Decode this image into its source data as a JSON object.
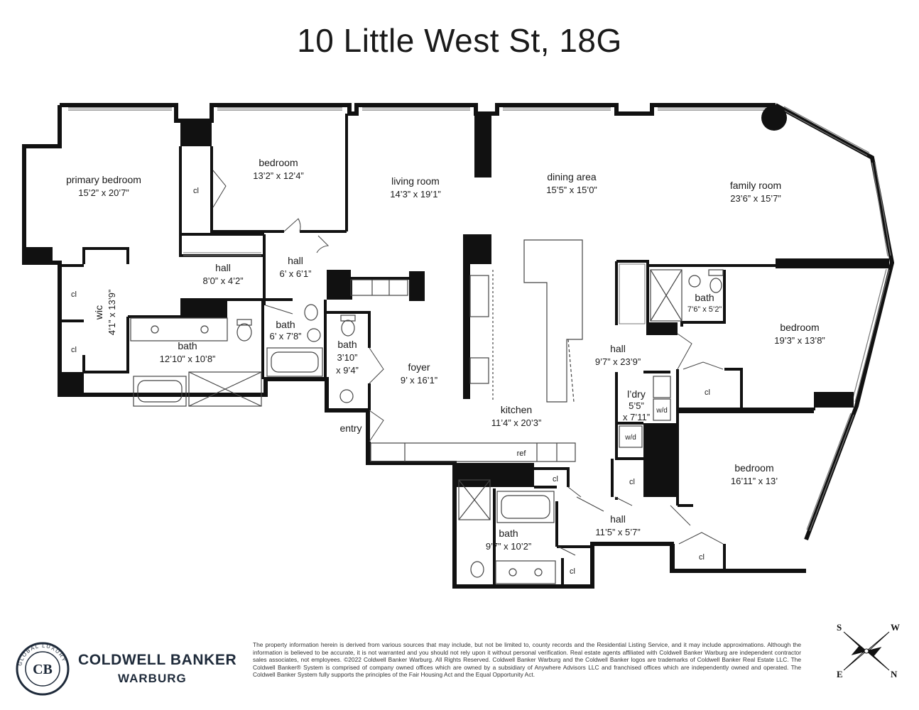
{
  "title": "10 Little West St, 18G",
  "rooms": {
    "primary_bedroom": {
      "name": "primary bedroom",
      "dim": "15’2” x 20’7”"
    },
    "bedroom_1": {
      "name": "bedroom",
      "dim": "13’2” x 12’4”"
    },
    "living_room": {
      "name": "living room",
      "dim": "14’3” x 19’1”"
    },
    "dining_area": {
      "name": "dining area",
      "dim": "15’5” x 15’0”"
    },
    "family_room": {
      "name": "family room",
      "dim": "23’6” x 15’7”"
    },
    "hall_1": {
      "name": "hall",
      "dim": "8’0” x 4’2”"
    },
    "hall_2": {
      "name": "hall",
      "dim": "6’ x 6’1”"
    },
    "wic": {
      "name": "wic",
      "dim": "4’1” x 13’9”"
    },
    "bath_primary": {
      "name": "bath",
      "dim": "12’10” x 10’8”"
    },
    "bath_2": {
      "name": "bath",
      "dim": "6’ x 7’8”"
    },
    "bath_3": {
      "name": "bath",
      "dim1": "3’10”",
      "dim2": "x 9’4”"
    },
    "foyer": {
      "name": "foyer",
      "dim": "9’ x 16’1”"
    },
    "kitchen": {
      "name": "kitchen",
      "dim": "11’4” x 20’3”"
    },
    "hall_3": {
      "name": "hall",
      "dim": "9’7” x 23’9”"
    },
    "bath_4": {
      "name": "bath",
      "dim": "7’6” x 5’2”"
    },
    "bedroom_2": {
      "name": "bedroom",
      "dim": "19’3” x 13’8”"
    },
    "laundry": {
      "name": "l’dry",
      "dim1": "5’5”",
      "dim2": "x 7’11”"
    },
    "bedroom_3": {
      "name": "bedroom",
      "dim": "16’11” x 13’"
    },
    "hall_4": {
      "name": "hall",
      "dim": "11’5” x 5’7”"
    },
    "bath_5": {
      "name": "bath",
      "dim": "9’7” x 10’2”"
    }
  },
  "labels": {
    "closet": "cl",
    "entry": "entry",
    "ref": "ref",
    "washer_dryer": "w/d"
  },
  "brand": {
    "name": "COLDWELL BANKER",
    "sub": "WARBURG",
    "seal_text": "GLOBAL LUXURY",
    "seal_initials": "CB"
  },
  "compass": {
    "top_left": "S",
    "top_right": "W",
    "bottom_left": "E",
    "bottom_right": "N"
  },
  "disclaimer": "The property information herein is derived from various sources that may include, but not be limited to, county records and the Residential Listing Service, and it may include approximations. Although the information is believed to be accurate, it is not warranted and you should not rely upon it without personal verification. Real estate agents affiliated with Coldwell Banker Warburg are independent contractor sales associates, not employees. ©2022 Coldwell Banker Warburg. All Rights Reserved. Coldwell Banker Warburg and the Coldwell Banker logos are trademarks of Coldwell Banker Real Estate LLC. The Coldwell Banker® System is comprised of company owned offices which are owned by a subsidiary of Anywhere Advisors LLC and franchised offices which are independently owned and operated. The Coldwell Banker System fully supports the principles of the Fair Housing Act and the Equal Opportunity Act.",
  "colors": {
    "wall": "#111111",
    "brand": "#1e2a3a"
  }
}
